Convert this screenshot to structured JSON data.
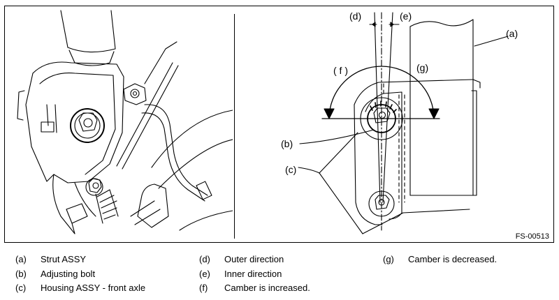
{
  "figure_code": "FS-00513",
  "callouts": {
    "a": "(a)",
    "b": "(b)",
    "c": "(c)",
    "d": "(d)",
    "e": "(e)",
    "f": "( f )",
    "g": "(g)"
  },
  "legend": [
    {
      "key": "(a)",
      "text": "Strut ASSY"
    },
    {
      "key": "(b)",
      "text": "Adjusting bolt"
    },
    {
      "key": "(c)",
      "text": "Housing ASSY - front axle"
    },
    {
      "key": "(d)",
      "text": "Outer direction"
    },
    {
      "key": "(e)",
      "text": "Inner direction"
    },
    {
      "key": "(f)",
      "text": "Camber is increased."
    },
    {
      "key": "(g)",
      "text": "Camber is decreased."
    }
  ]
}
